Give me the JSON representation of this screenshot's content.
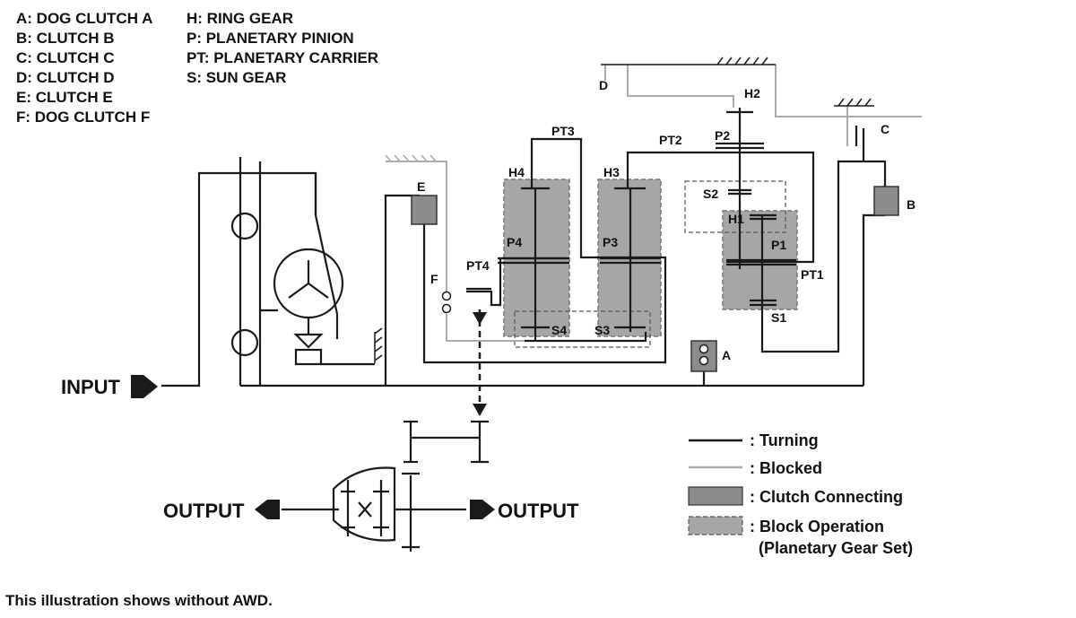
{
  "key": {
    "col1": [
      "A: DOG CLUTCH A",
      "B: CLUTCH B",
      "C: CLUTCH C",
      "D: CLUTCH D",
      "E: CLUTCH E",
      "F: DOG CLUTCH F"
    ],
    "col2": [
      "H: RING GEAR",
      "P: PLANETARY PINION",
      "PT: PLANETARY CARRIER",
      "S: SUN GEAR"
    ]
  },
  "labels": {
    "input": "INPUT",
    "output_left": "OUTPUT",
    "output_right": "OUTPUT",
    "D": "D",
    "C": "C",
    "B": "B",
    "E": "E",
    "F": "F",
    "A": "A",
    "H1": "H1",
    "H2": "H2",
    "H3": "H3",
    "H4": "H4",
    "P1": "P1",
    "P2": "P2",
    "P3": "P3",
    "P4": "P4",
    "PT1": "PT1",
    "PT2": "PT2",
    "PT3": "PT3",
    "PT4": "PT4",
    "S1": "S1",
    "S2": "S2",
    "S3": "S3",
    "S4": "S4"
  },
  "legend": {
    "turning": ": Turning",
    "blocked": ": Blocked",
    "clutch": ": Clutch Connecting",
    "block_op_1": ": Block Operation",
    "block_op_2": "(Planetary Gear Set)"
  },
  "footnote": "This illustration shows without AWD.",
  "colors": {
    "turning": "#1a1a1a",
    "blocked": "#aaaaaa",
    "clutch_fill": "#8c8c8c",
    "block_fill": "#a6a6a6"
  }
}
